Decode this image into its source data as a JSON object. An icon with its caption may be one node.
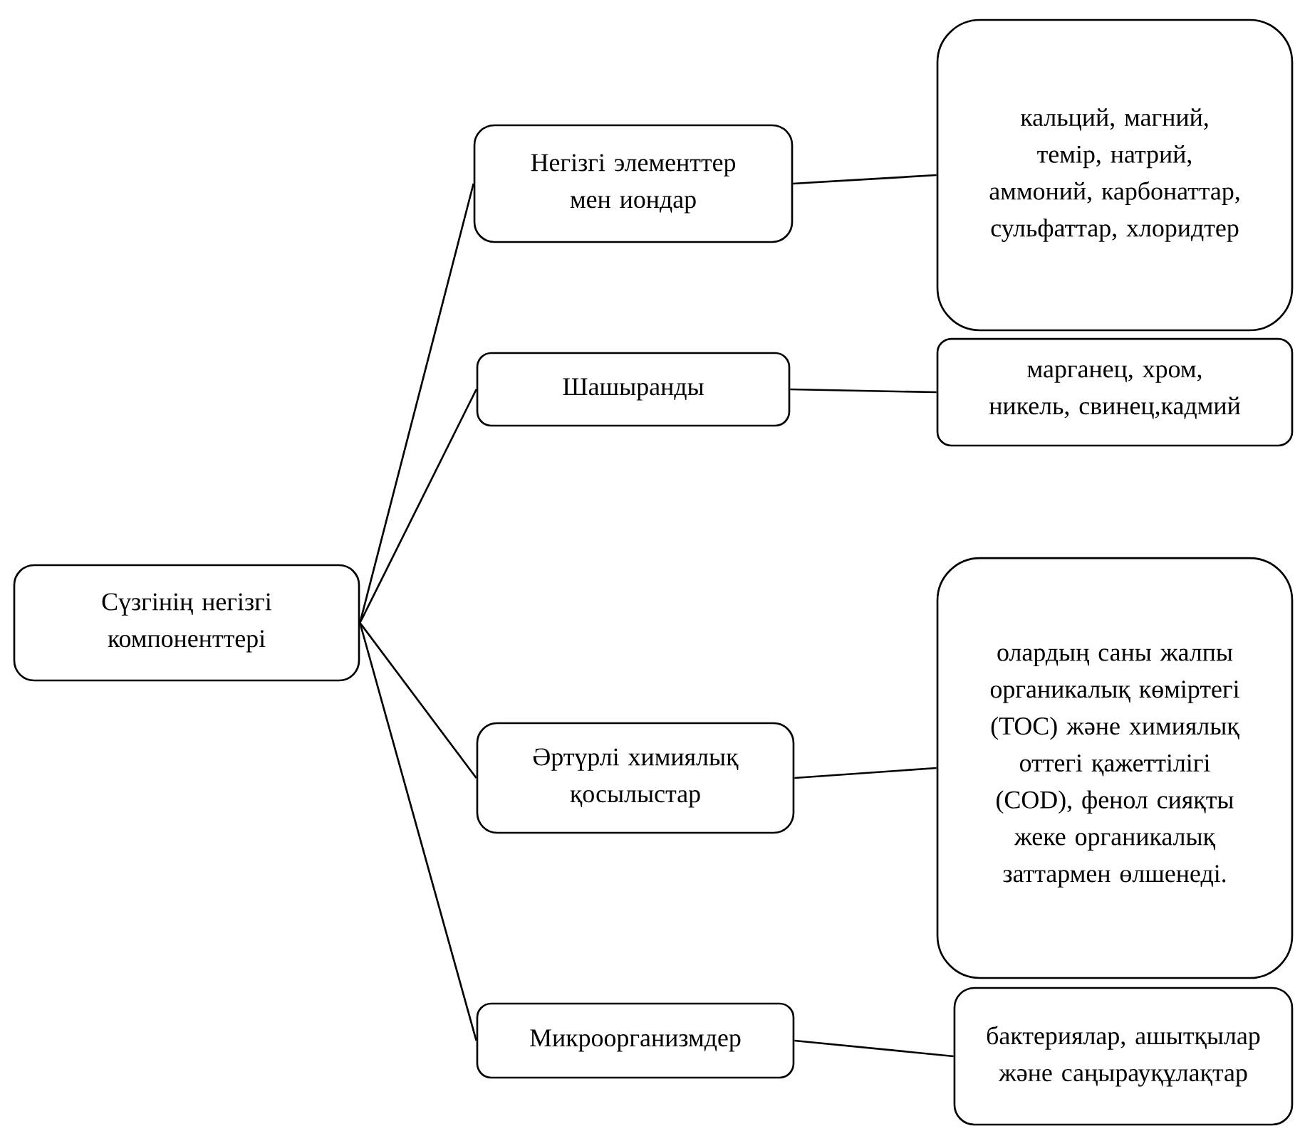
{
  "diagram": {
    "nodes": [
      {
        "text": [
          "Сүзгінің негізгі компоненттері"
        ]
      },
      {
        "text": [
          "Негізгі элементтер мен иондар"
        ]
      },
      {
        "text": [
          "кальций, магний, темір, натрий, аммоний, карбонаттар, сульфаттар, хлоридтер"
        ]
      },
      {
        "text": [
          "Шашыранды"
        ]
      },
      {
        "text": [
          "марганец, хром, никель, свинец,кадмий"
        ]
      },
      {
        "text": [
          "Әртүрлі химиялық қосылыстар"
        ]
      },
      {
        "text": [
          "олардың саны жалпы органикалық көміртегі (TOC) және химиялық оттегі қажеттілігі (COD), фенол сияқты жеке органикалық заттармен өлшенеді."
        ]
      },
      {
        "text": [
          "Микроорганизмдер"
        ]
      },
      {
        "text": [
          "бактериялар, ашытқылар және саңырауқұлақтар"
        ]
      }
    ],
    "edges": [
      {
        "from": 0,
        "to": 1,
        "arrow": "none"
      },
      {
        "from": 0,
        "to": 3,
        "arrow": "none"
      },
      {
        "from": 0,
        "to": 5,
        "arrow": "none"
      },
      {
        "from": 0,
        "to": 7,
        "arrow": "none"
      },
      {
        "from": 1,
        "to": 2,
        "arrow": "none"
      },
      {
        "from": 3,
        "to": 4,
        "arrow": "none"
      },
      {
        "from": 5,
        "to": 6,
        "arrow": "none"
      },
      {
        "from": 7,
        "to": 8,
        "arrow": "none"
      }
    ]
  }
}
